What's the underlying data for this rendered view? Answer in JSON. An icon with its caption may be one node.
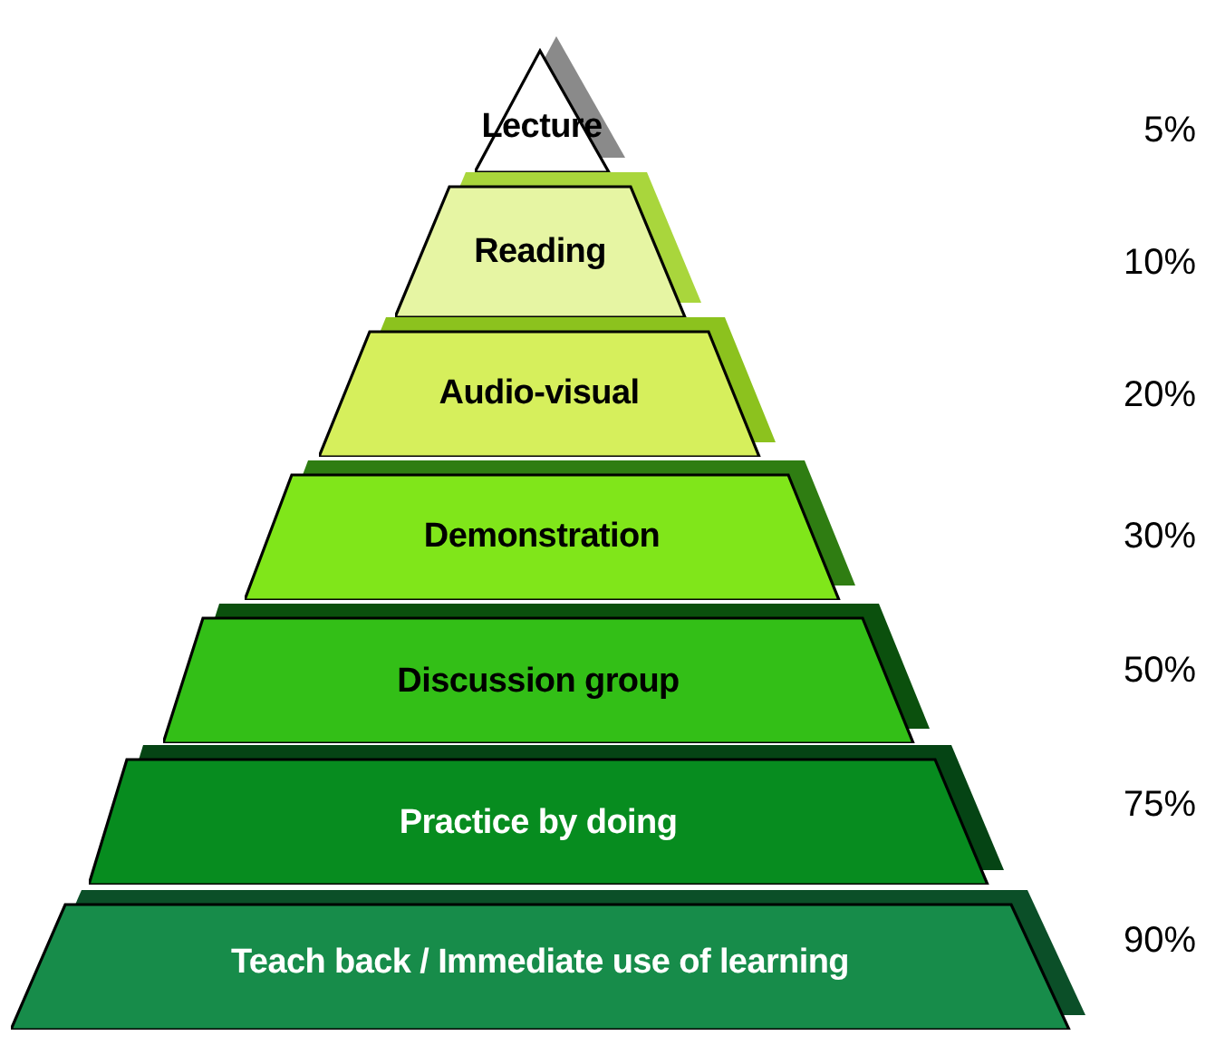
{
  "diagram": {
    "nodes": [
      {
        "text": [
          "Lecture"
        ]
      },
      {
        "text": [
          "Reading"
        ]
      },
      {
        "text": [
          "Audio-visual"
        ]
      },
      {
        "text": [
          "Demonstration"
        ]
      },
      {
        "text": [
          "Discussion group"
        ]
      },
      {
        "text": [
          "Practice by doing"
        ]
      },
      {
        "text": [
          "Teach back / Immediate use of learning"
        ]
      }
    ],
    "labels": [
      "5%",
      "10%",
      "20%",
      "30%",
      "50%",
      "75%",
      "90%"
    ]
  }
}
